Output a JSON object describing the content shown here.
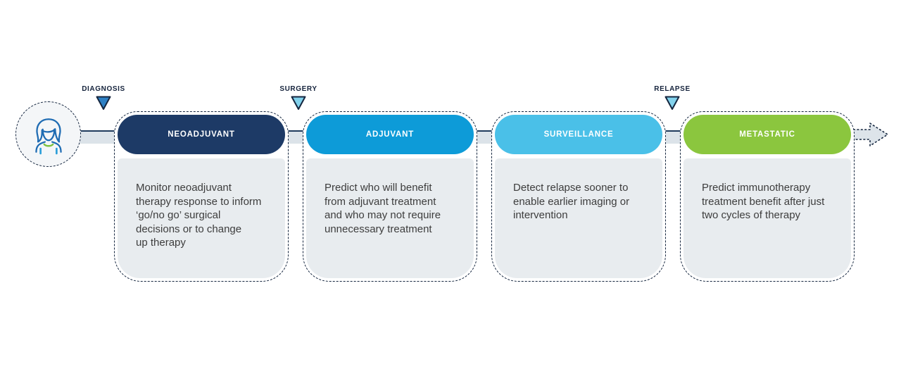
{
  "palette": {
    "navy": "#1d3a66",
    "card_gray": "#e8ecef",
    "band_gray": "#dce3e9",
    "outline_navy": "#15263f",
    "body_text": "#3d3d3d",
    "arrow_fill": "#dde4ea"
  },
  "patient": {
    "icon": "patient-icon",
    "stroke_blue": "#1f6cb3",
    "accent_green": "#7cc242",
    "accent_light_blue": "#2d9fd9"
  },
  "markers": [
    {
      "label": "DIAGNOSIS",
      "fill": "#2e80c4"
    },
    {
      "label": "SURGERY",
      "fill": "#82d2ec"
    },
    {
      "label": "RELAPSE",
      "fill": "#82d2ec"
    }
  ],
  "stages": [
    {
      "title": "NEOADJUVANT",
      "color": "#1d3a66",
      "description": "Monitor neoadjuvant\ntherapy response to inform\n‘go/no go’ surgical\ndecisions or to change\nup therapy"
    },
    {
      "title": "ADJUVANT",
      "color": "#0d9bd8",
      "description": "Predict who will benefit\nfrom adjuvant treatment\nand who may not require\nunnecessary treatment"
    },
    {
      "title": "SURVEILLANCE",
      "color": "#4ac0e8",
      "description": "Detect relapse sooner to\nenable earlier imaging or\nintervention"
    },
    {
      "title": "METASTATIC",
      "color": "#8bc63e",
      "description": "Predict immunotherapy\ntreatment benefit after just\ntwo cycles of therapy"
    }
  ]
}
